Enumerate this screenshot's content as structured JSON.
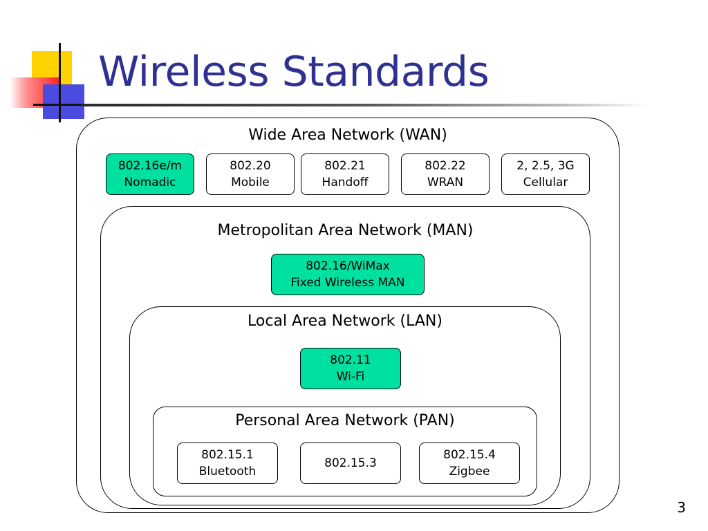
{
  "slide": {
    "title": "Wireless Standards",
    "page_number": "3",
    "accent_color": "#2E3192",
    "highlight_color": "#00E0A0"
  },
  "wan": {
    "title": "Wide Area Network (WAN)",
    "standards": [
      {
        "line1": "802.16e/m",
        "line2": "Nomadic",
        "highlight": true
      },
      {
        "line1": "802.20",
        "line2": "Mobile",
        "highlight": false
      },
      {
        "line1": "802.21",
        "line2": "Handoff",
        "highlight": false
      },
      {
        "line1": "802.22",
        "line2": "WRAN",
        "highlight": false
      },
      {
        "line1": "2, 2.5, 3G",
        "line2": "Cellular",
        "highlight": false
      }
    ]
  },
  "man": {
    "title": "Metropolitan Area Network (MAN)",
    "standards": [
      {
        "line1": "802.16/WiMax",
        "line2": "Fixed Wireless MAN",
        "highlight": true
      }
    ]
  },
  "lan": {
    "title": "Local Area Network (LAN)",
    "standards": [
      {
        "line1": "802.11",
        "line2": "Wi-Fi",
        "highlight": true
      }
    ]
  },
  "pan": {
    "title": "Personal Area Network (PAN)",
    "standards": [
      {
        "line1": "802.15.1",
        "line2": "Bluetooth",
        "highlight": false
      },
      {
        "line1": "802.15.3",
        "line2": "",
        "highlight": false
      },
      {
        "line1": "802.15.4",
        "line2": "Zigbee",
        "highlight": false
      }
    ]
  }
}
